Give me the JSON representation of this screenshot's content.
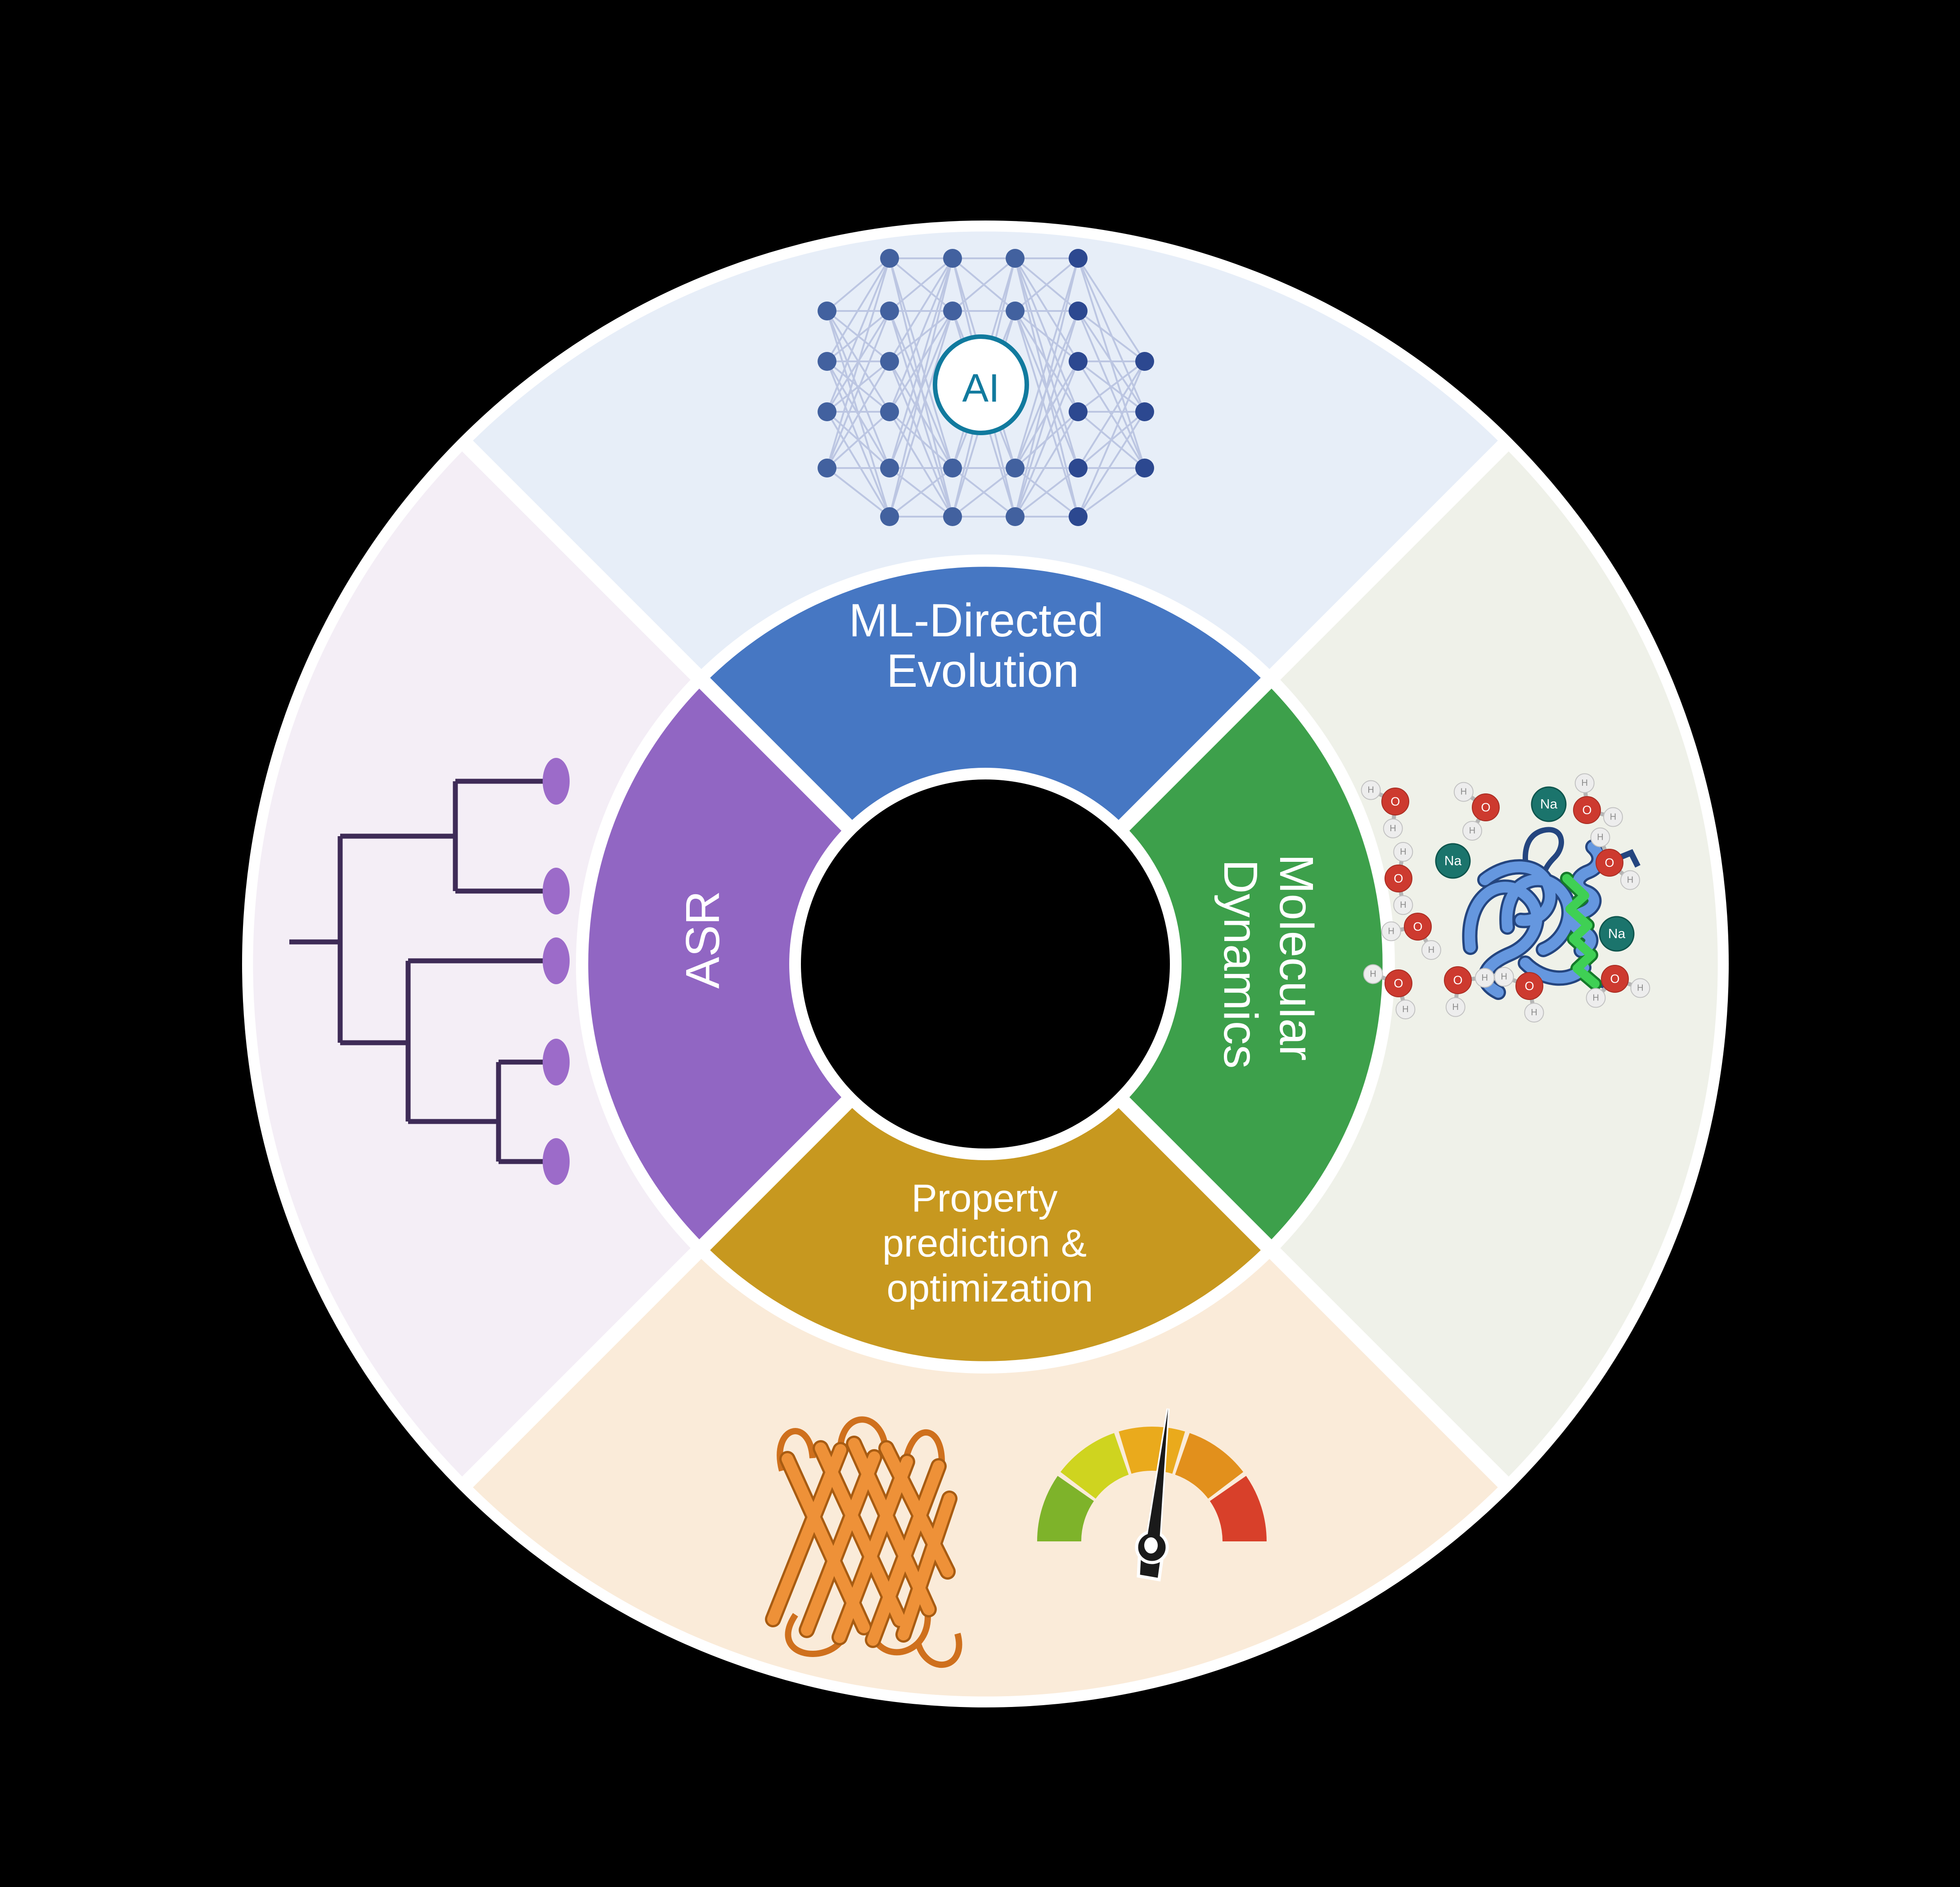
{
  "diagram": {
    "type": "circular four-segment protein-engineering cycle",
    "ai_badge": "AI",
    "ion_label": "Na",
    "ion_color": "#1b746c",
    "water_labels": {
      "o": "O",
      "h": "H"
    },
    "segments": [
      {
        "position": "top",
        "label": "ML-Directed Evolution",
        "label_lines": [
          "ML-Directed",
          "Evolution"
        ],
        "arc_color": "#4677c3",
        "quadrant_color": "#e7eef8",
        "illustration": "neural-network-with-ai-badge"
      },
      {
        "position": "right",
        "label": "Molecular Dynamics",
        "label_lines": [
          "Molecular",
          "Dynamics"
        ],
        "arc_color": "#3da04b",
        "quadrant_color": "#eff1e9",
        "illustration": "protein-in-solvent-with-water-and-sodium-ions"
      },
      {
        "position": "bottom",
        "label": "Property prediction & optimization",
        "label_lines": [
          "Property",
          "prediction &",
          "optimization"
        ],
        "arc_color": "#c7981f",
        "quadrant_color": "#faebd9",
        "illustration": "beta-barrel-protein-and-gauge"
      },
      {
        "position": "left",
        "label": "ASR",
        "label_lines": [
          "ASR"
        ],
        "arc_color": "#9166c3",
        "quadrant_color": "#f4eef6",
        "illustration": "phylogenetic-tree"
      }
    ],
    "gauge_colors": [
      "#7eb32a",
      "#cfd41f",
      "#eaaa1c",
      "#e2901c",
      "#d8402a"
    ]
  }
}
